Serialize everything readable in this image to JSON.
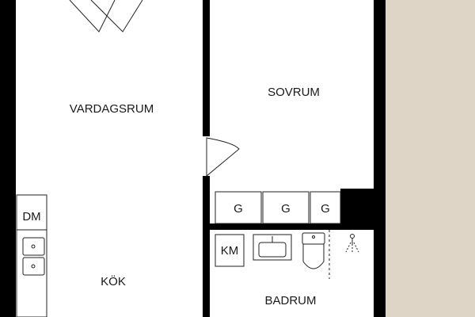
{
  "rooms": {
    "living": "VARDAGSRUM",
    "bedroom": "SOVRUM",
    "kitchen": "KÖK",
    "bathroom": "BADRUM"
  },
  "fixtures": {
    "dishwasher": "DM",
    "washing_machine": "KM",
    "wardrobes": [
      "G",
      "G",
      "G"
    ]
  },
  "colors": {
    "wall": "#000000",
    "floor": "#ffffff",
    "exterior": "#ded5c7",
    "line": "#222222"
  }
}
